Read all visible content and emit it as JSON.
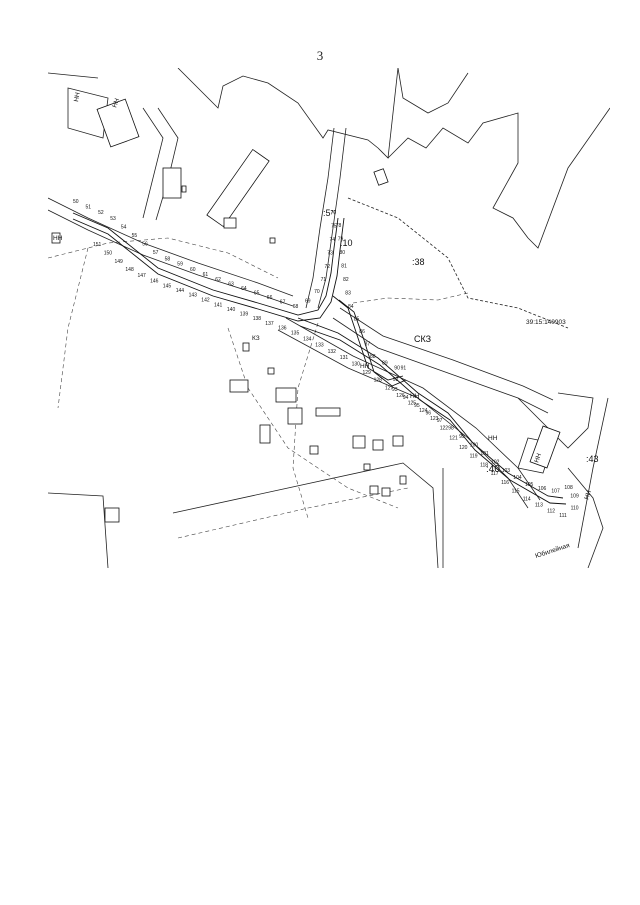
{
  "page": {
    "number": "3"
  },
  "map": {
    "parcel_labels": {
      "p5": ":5",
      "p10": ":10",
      "p38": ":38",
      "p40": ":40",
      "p43": ":43"
    },
    "cadastral_block": "39:15:140903",
    "annotations": {
      "ck3": "СКЗ",
      "kz": "КЗ",
      "street": "Юбилейная"
    },
    "building_label": "НН",
    "route_points": [
      "50",
      "51",
      "52",
      "53",
      "54",
      "55",
      "56",
      "57",
      "58",
      "59",
      "60",
      "61",
      "62",
      "63",
      "64",
      "65",
      "66",
      "67",
      "68",
      "69",
      "70",
      "71",
      "72",
      "73",
      "74",
      "75",
      "76",
      "77",
      "78",
      "79",
      "80",
      "81",
      "82",
      "83",
      "84",
      "85",
      "86",
      "87",
      "88",
      "89",
      "90",
      "91",
      "92",
      "93",
      "94",
      "95",
      "96",
      "97",
      "98",
      "99",
      "100",
      "101",
      "102",
      "103",
      "104",
      "105",
      "106",
      "107",
      "108",
      "109",
      "110",
      "111",
      "112",
      "113",
      "114",
      "115",
      "116",
      "117",
      "118",
      "119",
      "120",
      "121",
      "122",
      "123",
      "124",
      "125",
      "126",
      "127",
      "128",
      "129",
      "130",
      "131",
      "132",
      "133",
      "134",
      "135",
      "136",
      "137",
      "138",
      "139",
      "140",
      "141",
      "142",
      "143",
      "144",
      "145",
      "146",
      "147",
      "148",
      "149",
      "150",
      "151"
    ]
  }
}
